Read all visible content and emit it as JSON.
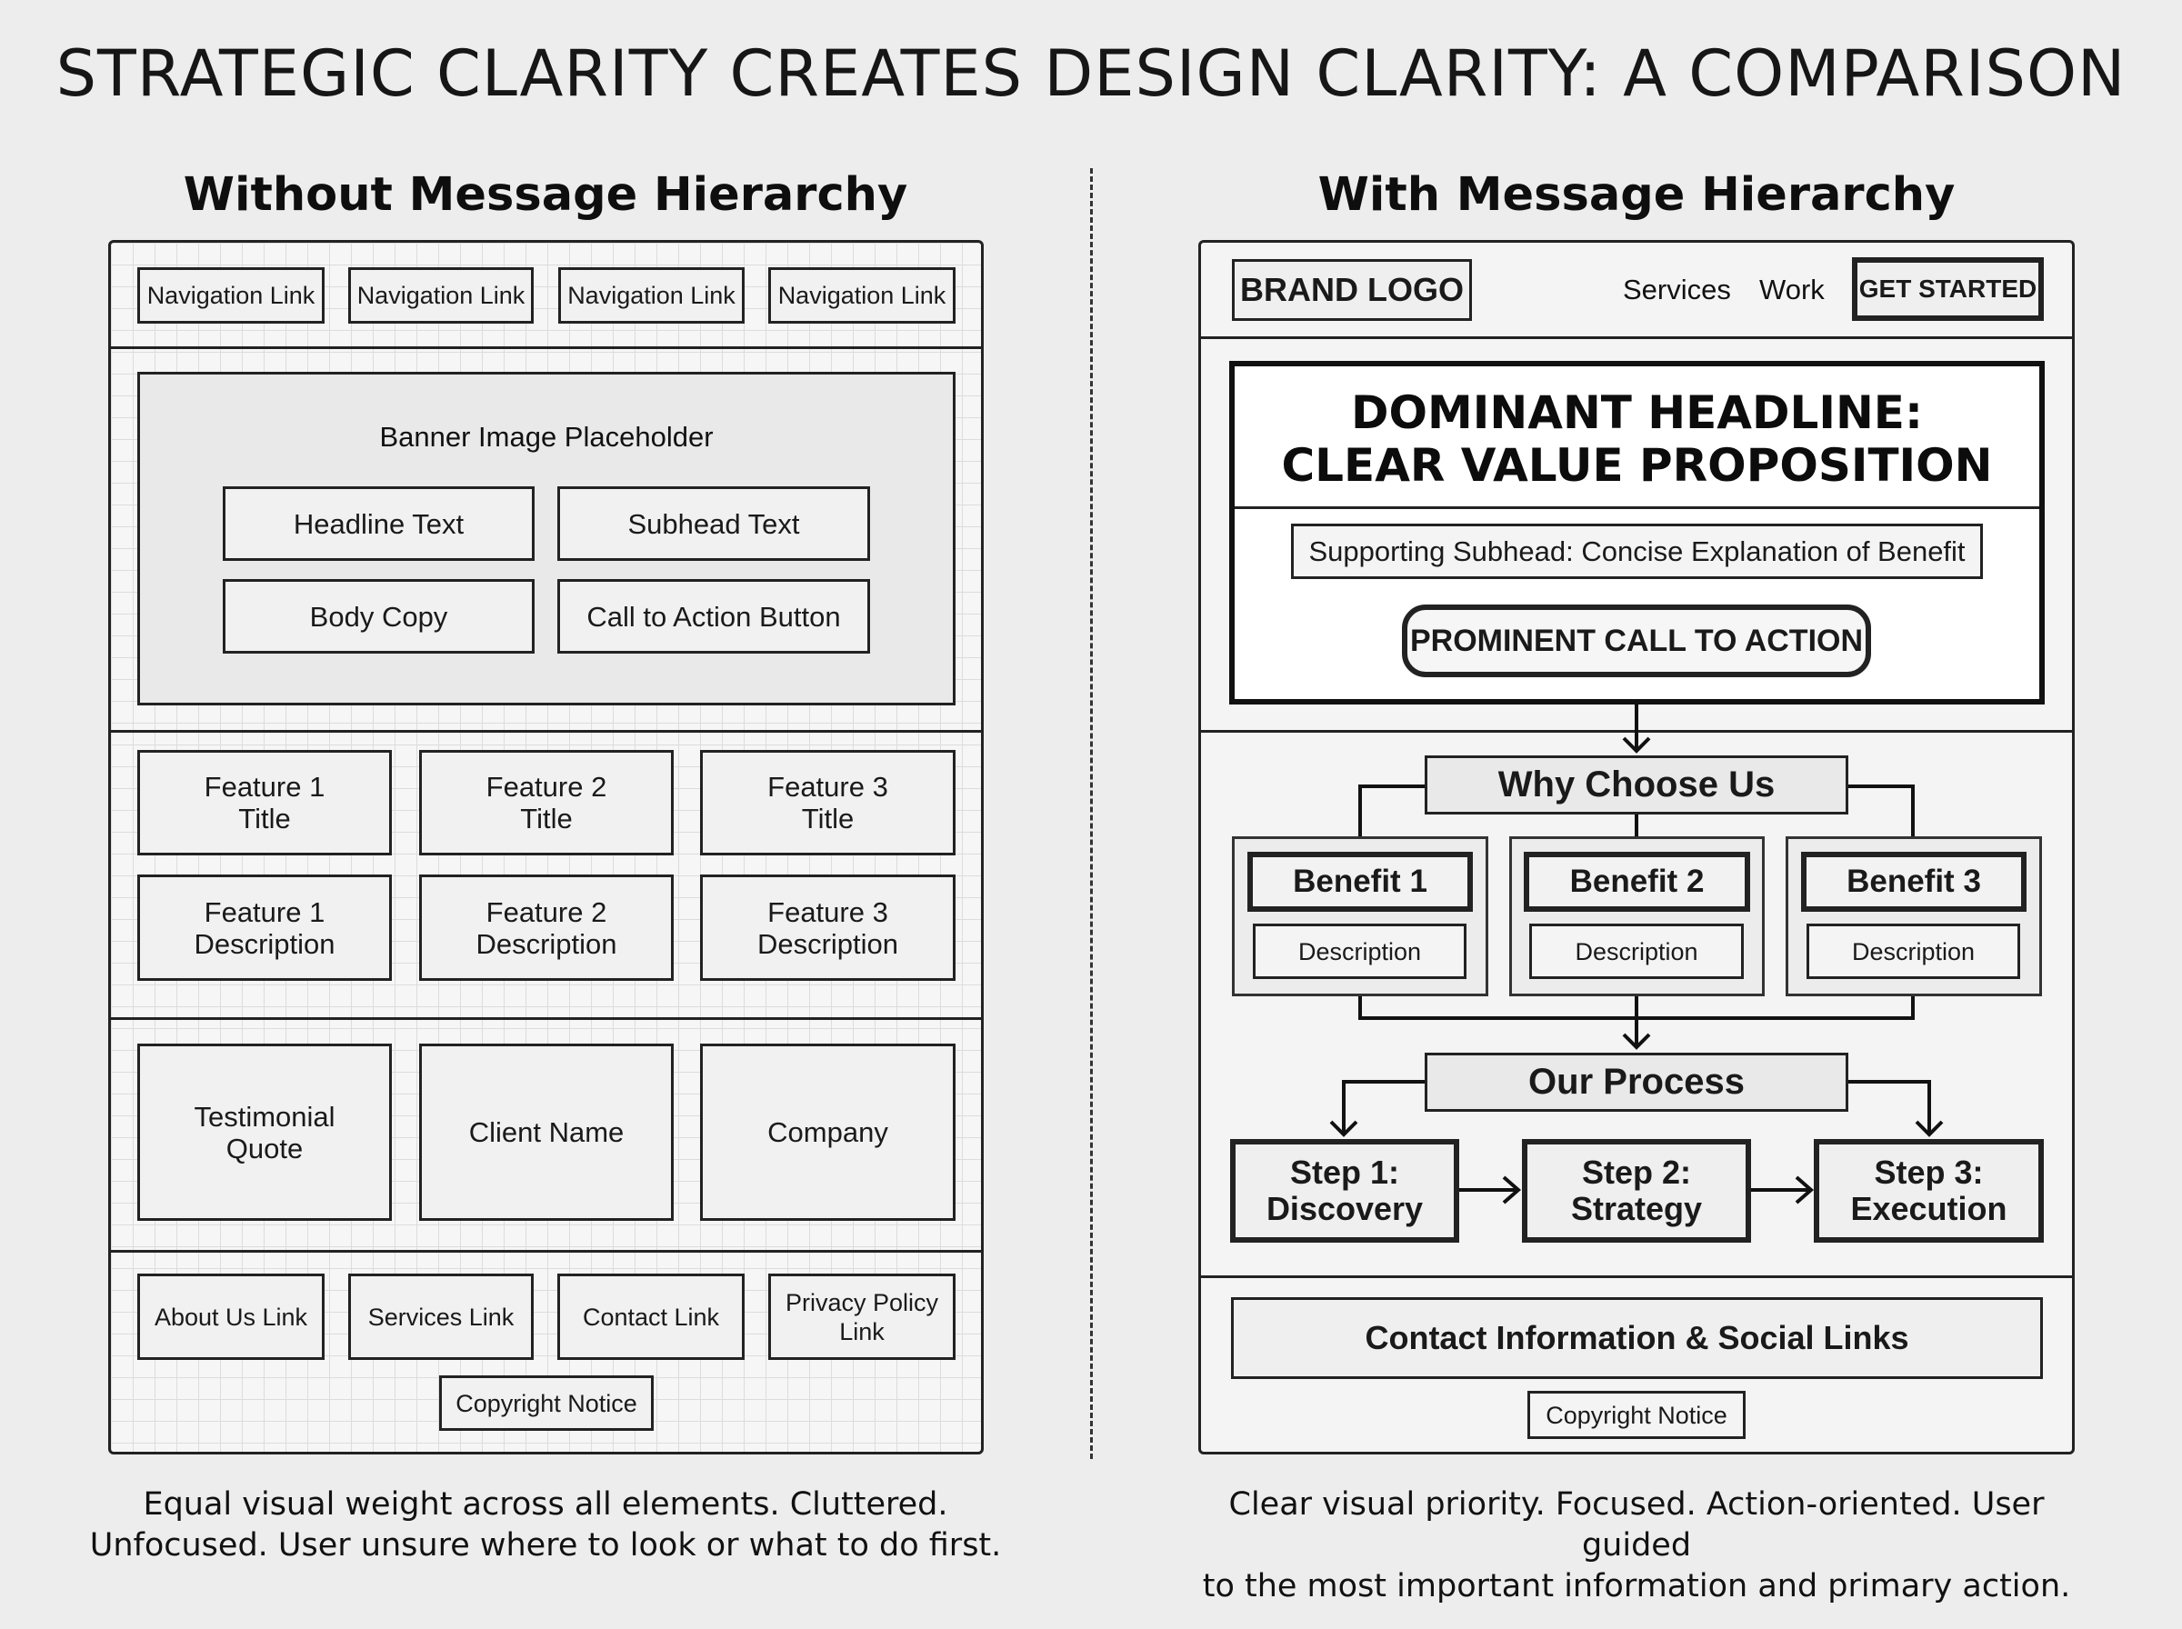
{
  "title": "STRATEGIC CLARITY CREATES DESIGN CLARITY: A COMPARISON",
  "left": {
    "heading": "Without Message Hierarchy",
    "nav_links": [
      "Navigation Link",
      "Navigation Link",
      "Navigation Link",
      "Navigation Link"
    ],
    "banner_label": "Banner Image Placeholder",
    "banner_items": [
      "Headline Text",
      "Subhead Text",
      "Body Copy",
      "Call to Action Button"
    ],
    "feature_titles": [
      "Feature 1\nTitle",
      "Feature 2\nTitle",
      "Feature 3\nTitle"
    ],
    "feature_descriptions": [
      "Feature 1\nDescription",
      "Feature 2\nDescription",
      "Feature 3\nDescription"
    ],
    "testimonial_items": [
      "Testimonial\nQuote",
      "Client Name",
      "Company"
    ],
    "footer_links": [
      "About Us Link",
      "Services Link",
      "Contact Link",
      "Privacy Policy\nLink"
    ],
    "copyright": "Copyright Notice",
    "caption": "Equal visual weight across all elements. Cluttered.\nUnfocused. User unsure where to look or what to do first."
  },
  "right": {
    "heading": "With Message Hierarchy",
    "brand_logo": "BRAND LOGO",
    "nav_services": "Services",
    "nav_work": "Work",
    "get_started": "GET STARTED",
    "headline": "DOMINANT HEADLINE:\nCLEAR VALUE PROPOSITION",
    "subhead": "Supporting Subhead: Concise Explanation of Benefit",
    "cta": "PROMINENT CALL TO ACTION",
    "why_heading": "Why Choose Us",
    "benefits": [
      {
        "title": "Benefit 1",
        "description": "Description"
      },
      {
        "title": "Benefit 2",
        "description": "Description"
      },
      {
        "title": "Benefit 3",
        "description": "Description"
      }
    ],
    "process_heading": "Our Process",
    "steps": [
      "Step 1:\nDiscovery",
      "Step 2:\nStrategy",
      "Step 3:\nExecution"
    ],
    "contact": "Contact Information & Social Links",
    "copyright": "Copyright Notice",
    "caption": "Clear visual priority. Focused. Action-oriented. User guided\nto the most important information and primary action."
  }
}
